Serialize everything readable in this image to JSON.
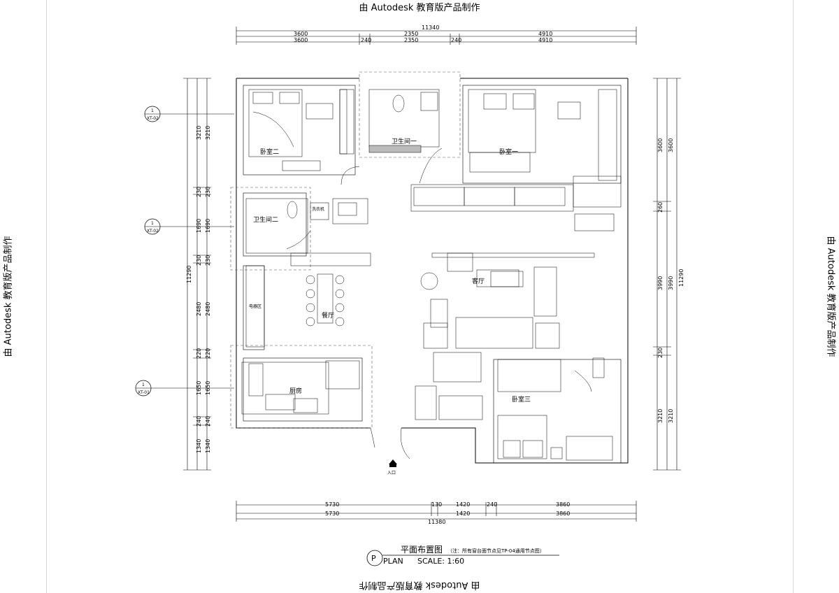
{
  "watermark": "由 Autodesk 教育版产品制作",
  "dimensions": {
    "top_total": "11340",
    "top_row1": [
      "3600",
      "2350",
      "4910"
    ],
    "top_row2": [
      "3600",
      "240",
      "2350",
      "240",
      "4910"
    ],
    "bottom_row1": [
      "5730",
      "130",
      "1420",
      "240",
      "3860"
    ],
    "bottom_row2": [
      "5730",
      "1420",
      "3860"
    ],
    "bottom_total": "11380",
    "left_segments": [
      "3210",
      "230",
      "1690",
      "230",
      "2480",
      "220",
      "1650",
      "240",
      "1340"
    ],
    "left_total": "11290",
    "right_segments": [
      "3600",
      "260",
      "3990",
      "230",
      "3210"
    ],
    "right_total": "11290"
  },
  "section_markers": [
    {
      "num": "1",
      "code": "XT-02"
    },
    {
      "num": "1",
      "code": "XT-02"
    },
    {
      "num": "1",
      "code": "XT-01"
    }
  ],
  "rooms": {
    "bedroom2": "卧室二",
    "bath1": "卫生间一",
    "bedroom1": "卧室一",
    "bath2": "卫生间二",
    "washer": "洗衣机",
    "living": "客厅",
    "dining": "餐厅",
    "appliance_area": "电器区",
    "kitchen": "厨房",
    "bedroom3": "卧室三",
    "entrance": "入口"
  },
  "title_block": {
    "title": "平面布置图",
    "note": "（注：所有窗台面节点见TP-04通用节点图）",
    "symbol": "P",
    "plan_label": "PLAN",
    "scale_label": "SCALE: 1:60"
  }
}
